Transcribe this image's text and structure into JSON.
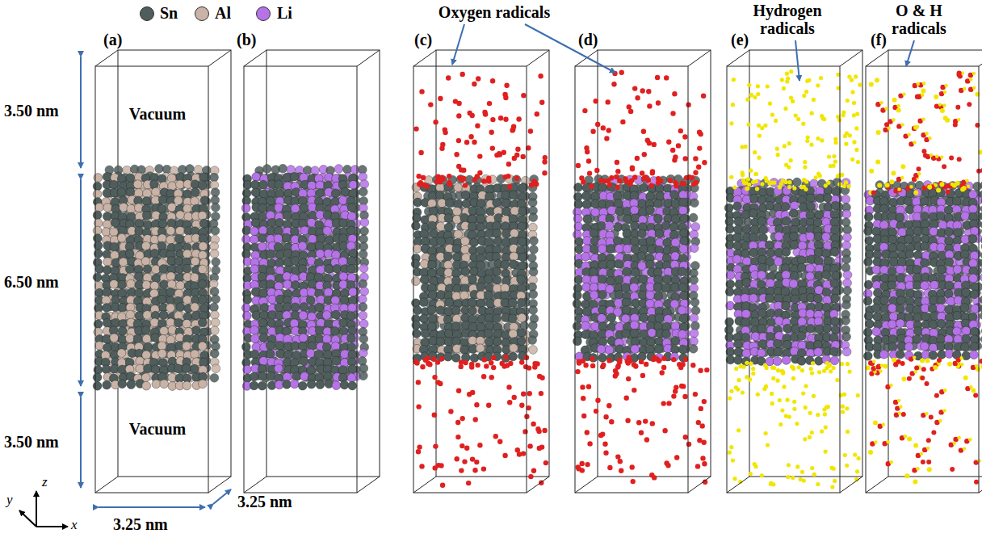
{
  "diagram": {
    "labels": [
      "(a)",
      "(b)",
      "(c)",
      "(d)",
      "(e)",
      "(f)",
      "Oxygen radicals",
      "Hydrogen radicals",
      "O & H radicals",
      "3.50 nm",
      "Vacuum",
      "6.50 nm",
      "Vacuum",
      "3.50 nm",
      "3.25 nm",
      "3.25 nm",
      "z",
      "y",
      "x"
    ],
    "legend": [
      {
        "text": "Sn",
        "color": "#4f5e5c"
      },
      {
        "text": "Al",
        "color": "#c9b3a6"
      },
      {
        "text": "Li",
        "color": "#b673e8"
      }
    ]
  }
}
